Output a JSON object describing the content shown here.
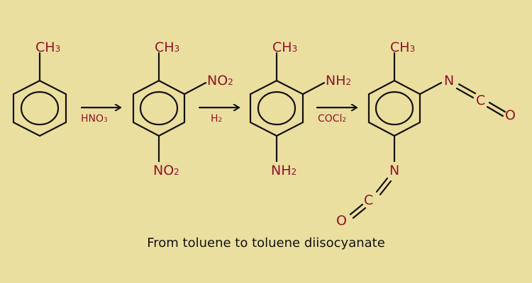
{
  "colors": {
    "background": "#ebdfa0",
    "label": "#8e1428",
    "bond": "#111111"
  },
  "molecules": {
    "toluene": {
      "methyl": {
        "base": "CH",
        "sub": "3"
      }
    },
    "dinitrotoluene": {
      "methyl": {
        "base": "CH",
        "sub": "3"
      },
      "nitro_2": {
        "base": "NO",
        "sub": "2"
      },
      "nitro_4": {
        "base": "NO",
        "sub": "2"
      }
    },
    "diaminotoluene": {
      "methyl": {
        "base": "CH",
        "sub": "3"
      },
      "amino_2": {
        "base": "NH",
        "sub": "2"
      },
      "amino_4": {
        "base": "NH",
        "sub": "2"
      }
    },
    "tdi": {
      "methyl": {
        "base": "CH",
        "sub": "3"
      },
      "n1": "N",
      "c1": "C",
      "o1": "O",
      "n2": "N",
      "c2": "C",
      "o2": "O"
    }
  },
  "reagents": {
    "step1": {
      "base": "HNO",
      "sub": "3"
    },
    "step2": {
      "base": "H",
      "sub": "2"
    },
    "step3": {
      "base": "COCl",
      "sub": "2"
    }
  },
  "caption": "From toluene to toluene diisocyanate"
}
